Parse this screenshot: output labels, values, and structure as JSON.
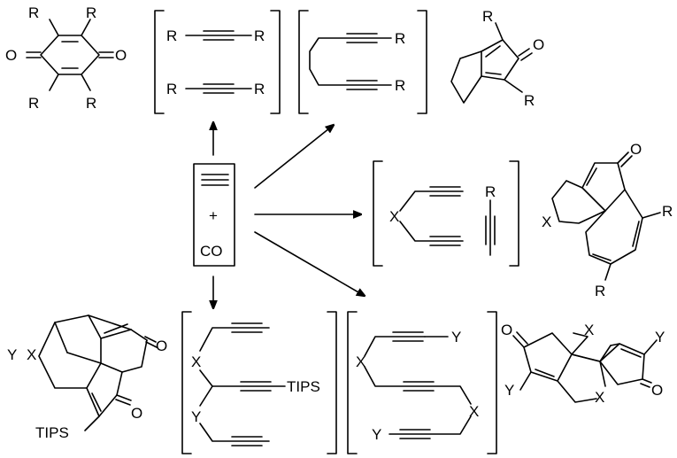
{
  "labels": {
    "R": "R",
    "O": "O",
    "X": "X",
    "Y": "Y",
    "plus": "+",
    "co": "CO",
    "tips": "TIPS"
  }
}
